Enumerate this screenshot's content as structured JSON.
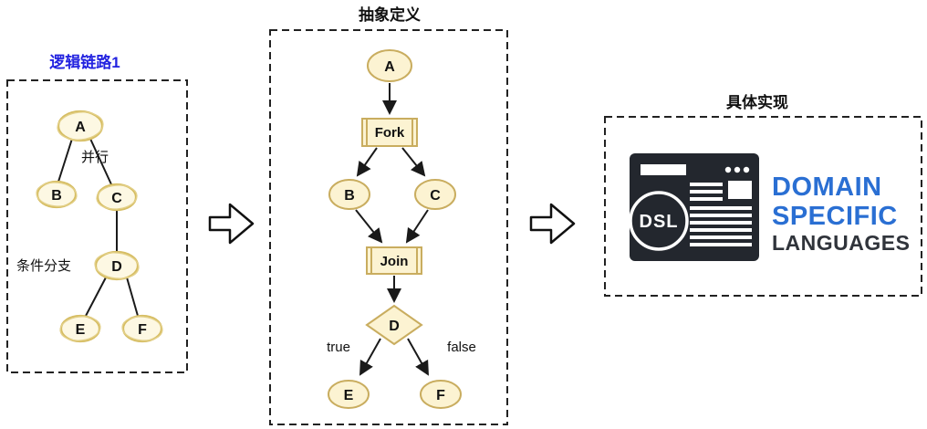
{
  "left_panel": {
    "title": "逻辑链路1",
    "parallel_label": "并行",
    "branch_label": "条件分支",
    "nodes": {
      "a": "A",
      "b": "B",
      "c": "C",
      "d": "D",
      "e": "E",
      "f": "F"
    }
  },
  "middle_panel": {
    "title": "抽象定义",
    "nodes": {
      "a": "A",
      "fork": "Fork",
      "b": "B",
      "c": "C",
      "join": "Join",
      "d": "D",
      "e": "E",
      "f": "F"
    },
    "true_label": "true",
    "false_label": "false"
  },
  "right_panel": {
    "title": "具体实现",
    "logo_badge": "DSL",
    "logo_word1": "DOMAIN",
    "logo_word2": "SPECIFIC",
    "logo_word3": "LANGUAGES"
  },
  "colors": {
    "left_title_blue": "#2323e0",
    "node_fill": "#fcf3d2",
    "node_stroke": "#c9ad5f",
    "sketch_stroke": "#d6bd62",
    "edge_black": "#1a1a1a",
    "logo_dark": "#23272e",
    "logo_blue": "#2a6fd3",
    "languages_dark": "#30343b",
    "background": "#ffffff"
  }
}
